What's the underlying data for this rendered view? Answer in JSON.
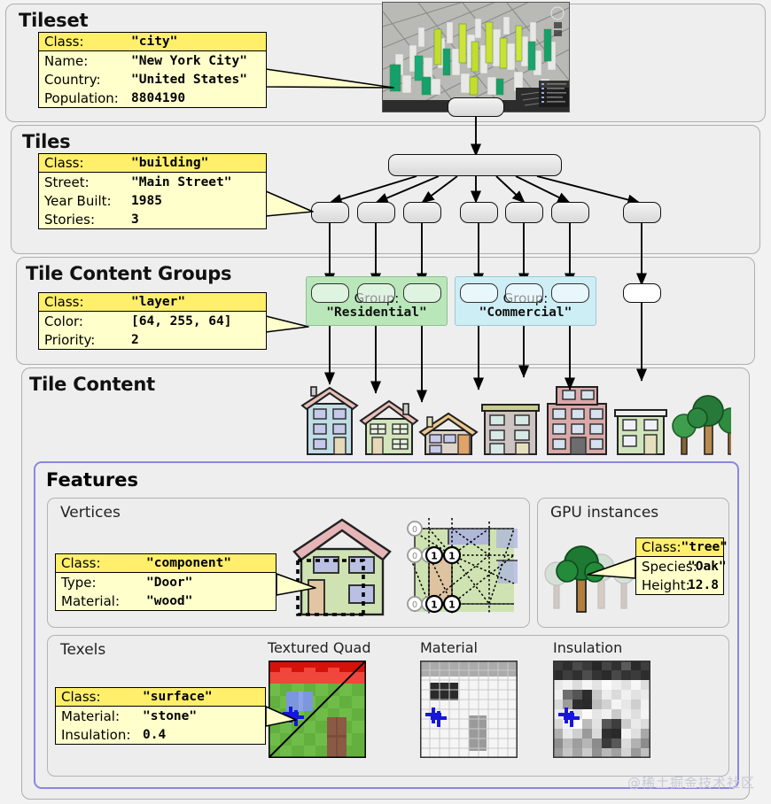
{
  "sections": [
    {
      "id": "tileset",
      "title": "Tileset"
    },
    {
      "id": "tiles",
      "title": "Tiles"
    },
    {
      "id": "groups",
      "title": "Tile Content Groups"
    },
    {
      "id": "content",
      "title": "Tile Content"
    }
  ],
  "features": {
    "title": "Features",
    "panels": [
      {
        "id": "vertices",
        "title": "Vertices"
      },
      {
        "id": "gpu",
        "title": "GPU instances"
      },
      {
        "id": "texels",
        "title": "Texels"
      }
    ],
    "texture_labels": {
      "quad": "Textured Quad",
      "material": "Material",
      "insulation": "Insulation"
    }
  },
  "property_tables": {
    "tileset": {
      "head": {
        "key": "Class:",
        "value": "\"city\""
      },
      "rows": [
        {
          "key": "Name:",
          "value": "\"New York City\""
        },
        {
          "key": "Country:",
          "value": "\"United States\""
        },
        {
          "key": "Population:",
          "value": "8804190"
        }
      ]
    },
    "tiles": {
      "head": {
        "key": "Class:",
        "value": "\"building\""
      },
      "rows": [
        {
          "key": "Street:",
          "value": "\"Main Street\""
        },
        {
          "key": "Year Built:",
          "value": "1985"
        },
        {
          "key": "Stories:",
          "value": "3"
        }
      ]
    },
    "groups": {
      "head": {
        "key": "Class:",
        "value": "\"layer\""
      },
      "rows": [
        {
          "key": "Color:",
          "value": "[64, 255, 64]"
        },
        {
          "key": "Priority:",
          "value": "2"
        }
      ]
    },
    "vertices": {
      "head": {
        "key": "Class:",
        "value": "\"component\""
      },
      "rows": [
        {
          "key": "Type:",
          "value": "\"Door\""
        },
        {
          "key": "Material:",
          "value": "\"wood\""
        }
      ]
    },
    "gpu": {
      "head": {
        "key": "Class:",
        "value": "\"tree\""
      },
      "rows": [
        {
          "key": "Species:",
          "value": "\"Oak\""
        },
        {
          "key": "Height:",
          "value": "12.8"
        }
      ]
    },
    "texels": {
      "head": {
        "key": "Class:",
        "value": "\"surface\""
      },
      "rows": [
        {
          "key": "Material:",
          "value": "\"stone\""
        },
        {
          "key": "Insulation:",
          "value": "0.4"
        }
      ]
    }
  },
  "tile_groups": [
    {
      "id": "residential",
      "label": "Group:",
      "value": "\"Residential\"",
      "color": "#b9e7ba"
    },
    {
      "id": "commercial",
      "label": "Group:",
      "value": "\"Commercial\"",
      "color": "#cdeef5"
    }
  ],
  "mesh_vertex_labels": [
    "0",
    "0",
    "0",
    "0",
    "1",
    "1",
    "1",
    "1"
  ],
  "colors": {
    "page_background": "#f2f2f2",
    "section_fill": "#eeeeee",
    "section_border": "#aeaeae",
    "callout_fill": "#ffffcc",
    "callout_head_fill": "#ffef6b",
    "features_border": "#8a87e0",
    "residential_group": "#b9e7ba",
    "commercial_group": "#cdeef5",
    "node_fill": "#e4e4e4"
  },
  "watermark": "@稀土掘金技术社区"
}
